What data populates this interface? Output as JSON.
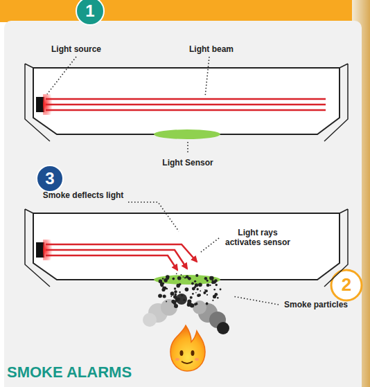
{
  "diagram": {
    "title": "SMOKE ALARMS",
    "labels": [
      "1",
      "Light source",
      "Light beam",
      "Light Sensor",
      "3",
      "Smoke deflects light",
      "Light rays activates sensor",
      "2",
      "Smoke particles"
    ]
  }
}
